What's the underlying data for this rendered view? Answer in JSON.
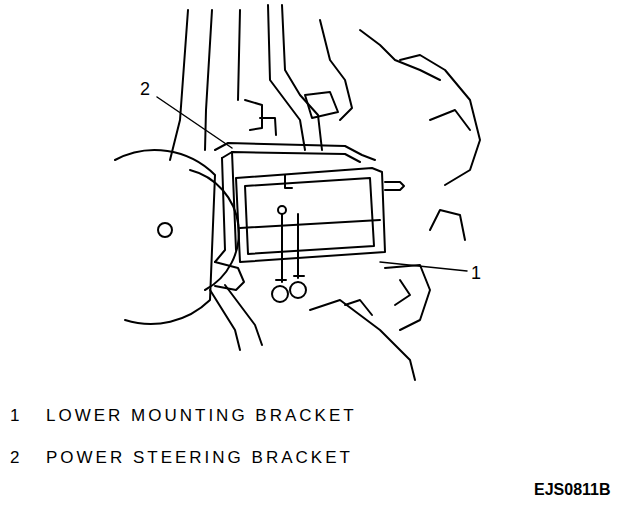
{
  "diagram": {
    "labels": [
      "2",
      "1",
      "1",
      "LOWER MOUNTING BRACKET",
      "2",
      "POWER STEERING BRACKET",
      "EJS0811B"
    ]
  }
}
